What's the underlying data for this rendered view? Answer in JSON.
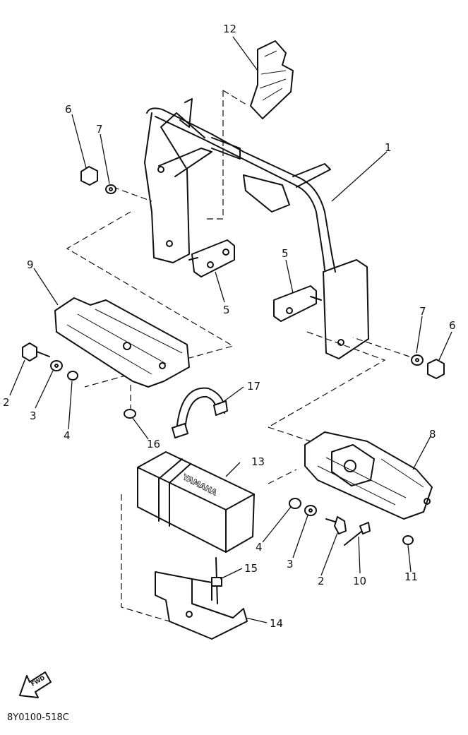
{
  "callouts": {
    "c1": "1",
    "c2a": "2",
    "c2b": "2",
    "c3a": "3",
    "c3b": "3",
    "c4a": "4",
    "c4b": "4",
    "c5a": "5",
    "c5b": "5",
    "c6a": "6",
    "c6b": "6",
    "c7a": "7",
    "c7b": "7",
    "c8": "8",
    "c9": "9",
    "c10": "10",
    "c11": "11",
    "c12": "12",
    "c13": "13",
    "c14": "14",
    "c15": "15",
    "c16": "16",
    "c17": "17"
  },
  "battery_brand": "YAMAHA",
  "fwd_label": "FWD",
  "figure_code": "8Y0100-518C"
}
